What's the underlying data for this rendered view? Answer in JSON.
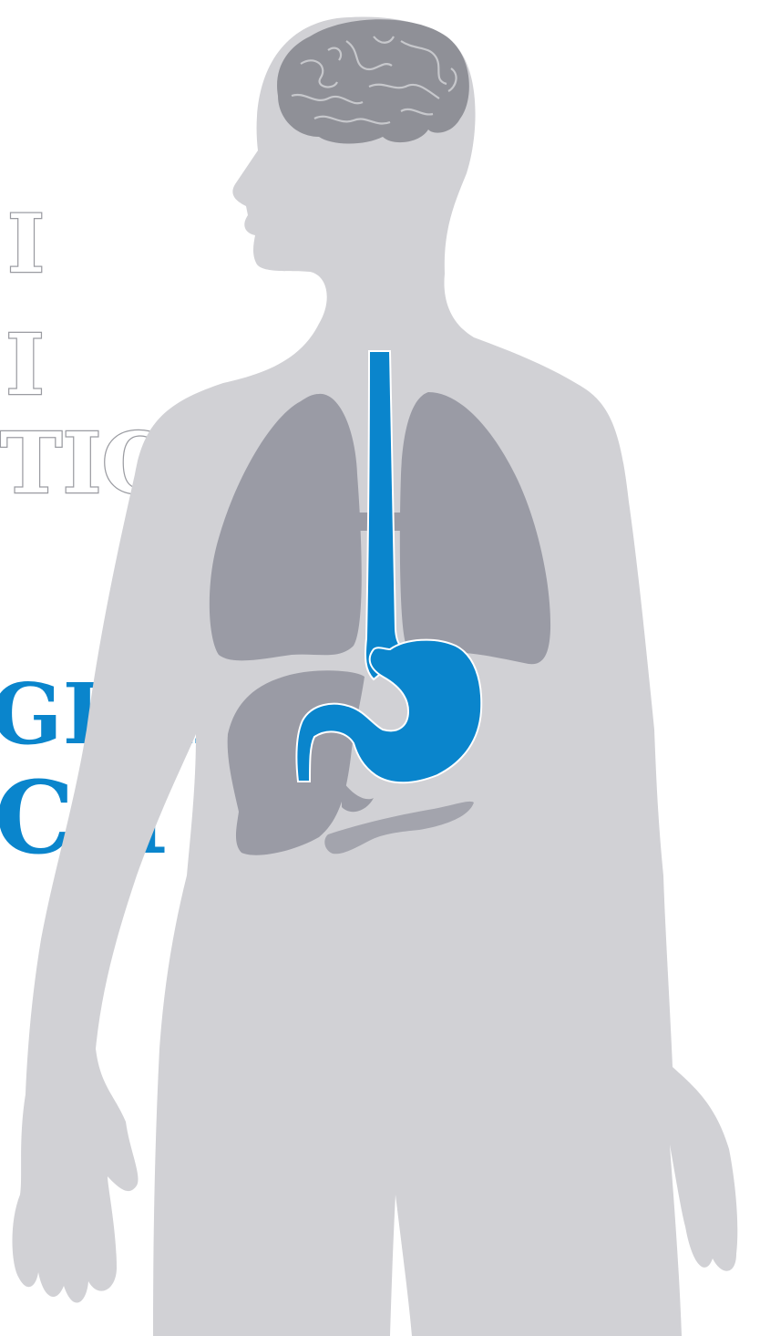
{
  "colors": {
    "background": "#ffffff",
    "silhouette": "#d1d1d5",
    "organs": "#9a9ba5",
    "brain": "#8f9097",
    "digestive_tract": "#0a85cc",
    "outline_text": "#9a9ba1"
  },
  "headings": {
    "line1": "I",
    "line2": "I",
    "line3": "TIC",
    "line4": "GEAL",
    "line5": "CH"
  },
  "figure": {
    "organs": [
      "brain-icon",
      "lungs-icon",
      "liver-icon",
      "esophagus-icon",
      "stomach-icon",
      "pancreas-icon"
    ]
  }
}
